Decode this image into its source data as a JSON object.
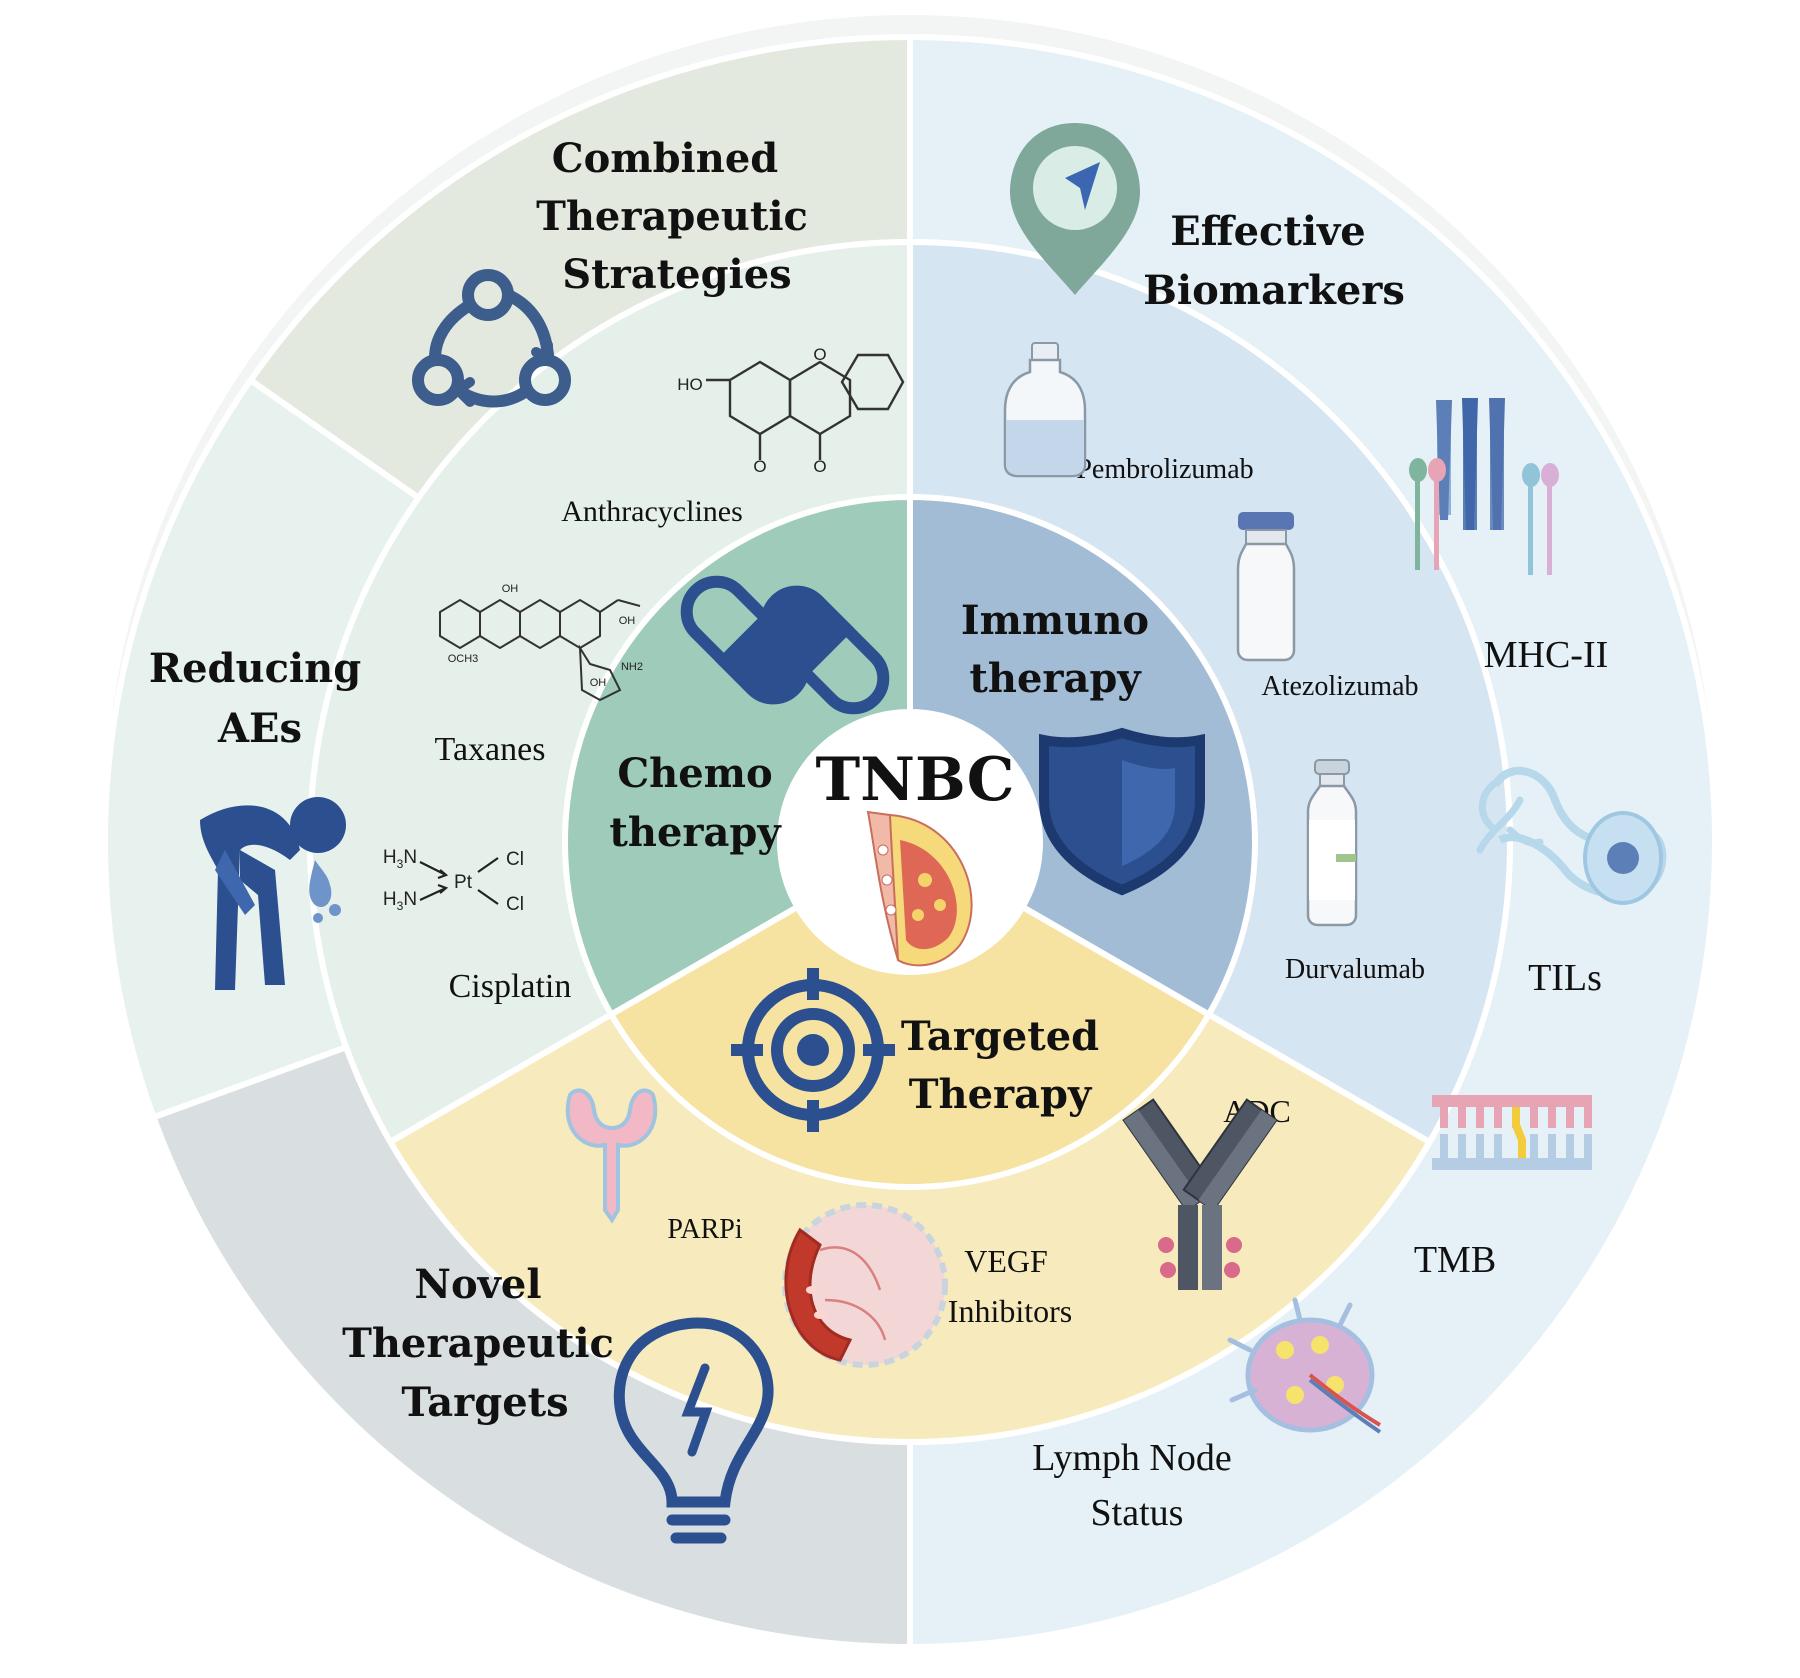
{
  "center": {
    "title": "TNBC"
  },
  "inner_ring": {
    "chemo": {
      "line1": "Chemo",
      "line2": "therapy"
    },
    "immuno": {
      "line1": "Immuno",
      "line2": "therapy"
    },
    "targeted": {
      "line1": "Targeted",
      "line2": "Therapy"
    }
  },
  "middle_ring": {
    "chemo_drugs": [
      "Anthracyclines",
      "Taxanes",
      "Cisplatin"
    ],
    "immuno_drugs": [
      "Pembrolizumab",
      "Atezolizumab",
      "Durvalumab"
    ],
    "targeted_drugs": {
      "parpi": "PARPi",
      "vegf1": "VEGF",
      "vegf2": "Inhibitors",
      "adc": "ADC"
    },
    "chem_struct_text": {
      "ho": "HO",
      "o1": "O",
      "o2": "O",
      "o3": "O",
      "h3n1": "H",
      "h3n1_sub": "3",
      "h3n1_n": "N",
      "h3n2": "H",
      "h3n2_sub": "3",
      "h3n2_n": "N",
      "pt": "Pt",
      "cl1": "Cl",
      "cl2": "Cl",
      "oh1": "OH",
      "oh2": "OH",
      "oh3": "OH",
      "och3": "OCH3",
      "nh2": "NH2"
    }
  },
  "outer_ring": {
    "combined": {
      "line1": "Combined",
      "line2": "Therapeutic",
      "line3": "Strategies"
    },
    "reducing": {
      "line1": "Reducing",
      "line2": "AEs"
    },
    "novel": {
      "line1": "Novel",
      "line2": "Therapeutic",
      "line3": "Targets"
    },
    "biomarkers": {
      "title1": "Effective",
      "title2": "Biomarkers",
      "items": [
        "MHC-II",
        "TILs",
        "TMB"
      ],
      "lymph1": "Lymph Node",
      "lymph2": "Status"
    }
  },
  "colors": {
    "chemo": "#9ecbba",
    "immuno": "#a2bcd6",
    "targeted": "#f6e3a2",
    "chemo_mid": "#e6f0ea",
    "immuno_mid": "#d6e5f2",
    "targeted_mid": "#f7ebbd",
    "combined_outer": "#e4e9df",
    "reducing_outer": "#e7f1ee",
    "novel_outer": "#d9dfe1",
    "biomarker_outer": "#e5f1f7",
    "icon_blue": "#2c4f8f"
  }
}
